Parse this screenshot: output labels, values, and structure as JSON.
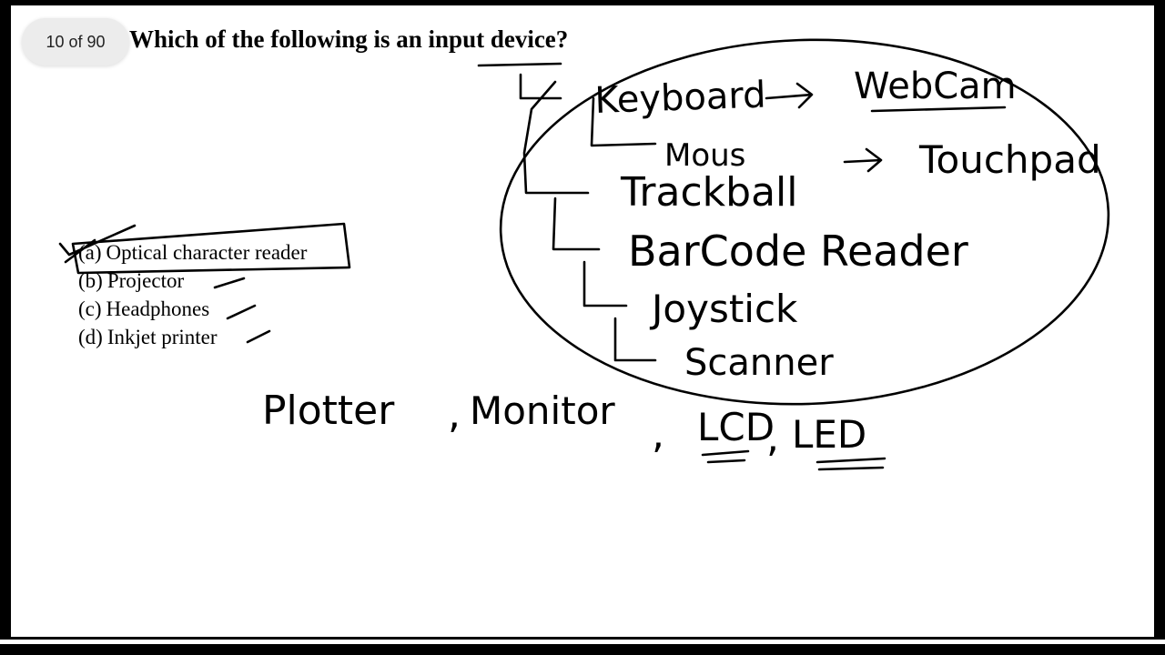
{
  "page_counter": "10 of 90",
  "question": {
    "text": "Which of the following is an input device?",
    "options": [
      {
        "key": "(a)",
        "label": "Optical character reader"
      },
      {
        "key": "(b)",
        "label": "Projector"
      },
      {
        "key": "(c)",
        "label": "Headphones"
      },
      {
        "key": "(d)",
        "label": "Inkjet printer"
      }
    ]
  },
  "handwriting": {
    "input_devices": {
      "keyboard": "Keyboard",
      "mouse": "Mous",
      "trackball": "Trackball",
      "barcode_reader": "BarCode Reader",
      "joystick": "Joystick",
      "scanner": "Scanner",
      "webcam": "WebCam",
      "touchpad": "Touchpad"
    },
    "output_devices": {
      "plotter": "Plotter",
      "sep1": ",",
      "monitor": "Monitor",
      "sep2": ",",
      "lcd": "LCD",
      "sep3": ",",
      "led": "LED"
    }
  },
  "colors": {
    "background": "#ffffff",
    "ink": "#000000",
    "counter_bg": "#ececec"
  }
}
